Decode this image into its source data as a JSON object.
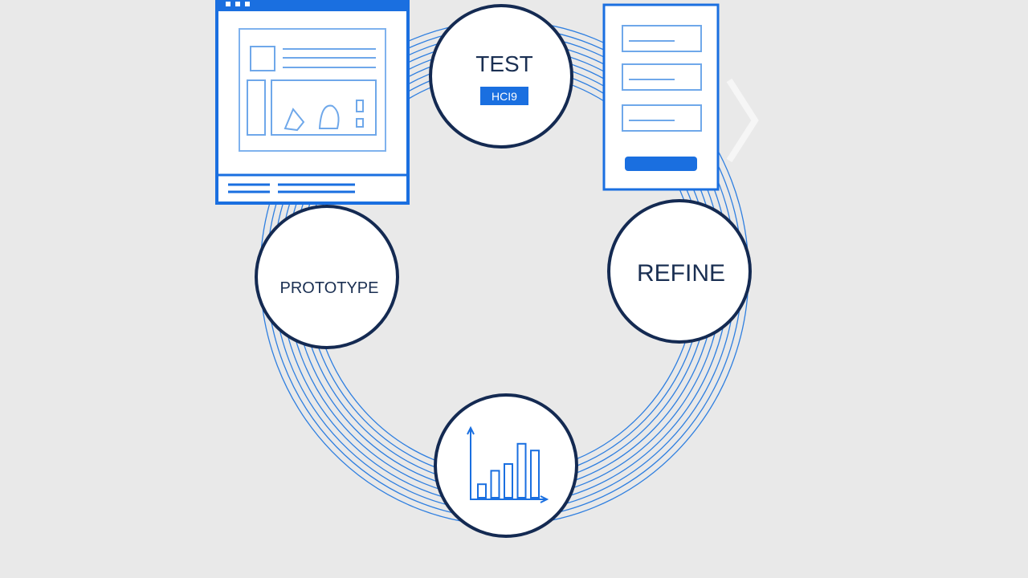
{
  "colors": {
    "background": "#e9e9e9",
    "accent": "#1a6fe0",
    "ring_line": "#2f7fe0",
    "node_border": "#142a52",
    "node_fill": "#ffffff",
    "text": "#1a2f52"
  },
  "nodes": {
    "test": {
      "label": "TEST",
      "badge": "HCI9"
    },
    "prototype": {
      "label": "PROTOTYPE"
    },
    "refine": {
      "label": "REFINE"
    },
    "analyze": {
      "icon": "bar-chart-icon"
    }
  },
  "chart_data": {
    "type": "bar",
    "categories": [
      "",
      "",
      "",
      "",
      ""
    ],
    "values": [
      2,
      4,
      5,
      8,
      7
    ],
    "ylim": [
      0,
      10
    ],
    "title": "",
    "xlabel": "",
    "ylabel": ""
  },
  "cards": {
    "wireframe_window": {
      "icon": "browser-wireframe-icon"
    },
    "form_panel": {
      "icon": "form-wireframe-icon"
    }
  }
}
